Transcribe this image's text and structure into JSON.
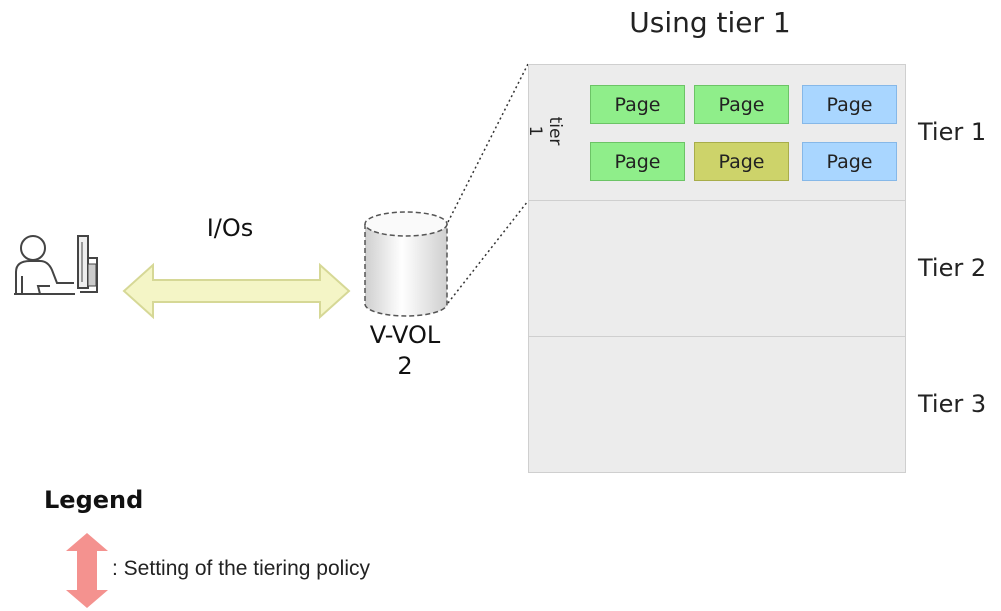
{
  "diagram": {
    "title": "Using tier 1",
    "io_label": "I/Os",
    "volume_label_line1": "V-VOL",
    "volume_label_line2": "2",
    "tier_labels": [
      "Tier 1",
      "Tier 2",
      "Tier 3"
    ],
    "policy_arrow_label": "tier 1",
    "pages": [
      {
        "label": "Page",
        "color": "green"
      },
      {
        "label": "Page",
        "color": "green"
      },
      {
        "label": "Page",
        "color": "blue"
      },
      {
        "label": "Page",
        "color": "green"
      },
      {
        "label": "Page",
        "color": "olive"
      },
      {
        "label": "Page",
        "color": "blue"
      }
    ],
    "colors": {
      "tier_panel": "#ececec",
      "page_green": "#8fee8a",
      "page_olive": "#cdd36a",
      "page_blue": "#a9d6ff",
      "policy_arrow": "#f4928f",
      "io_arrow": "#f4f5c6"
    }
  },
  "legend": {
    "title": "Legend",
    "policy_text": ": Setting of the tiering policy"
  },
  "icons": [
    "user-at-computer-icon",
    "cylinder-volume-icon",
    "double-arrow-icon"
  ]
}
